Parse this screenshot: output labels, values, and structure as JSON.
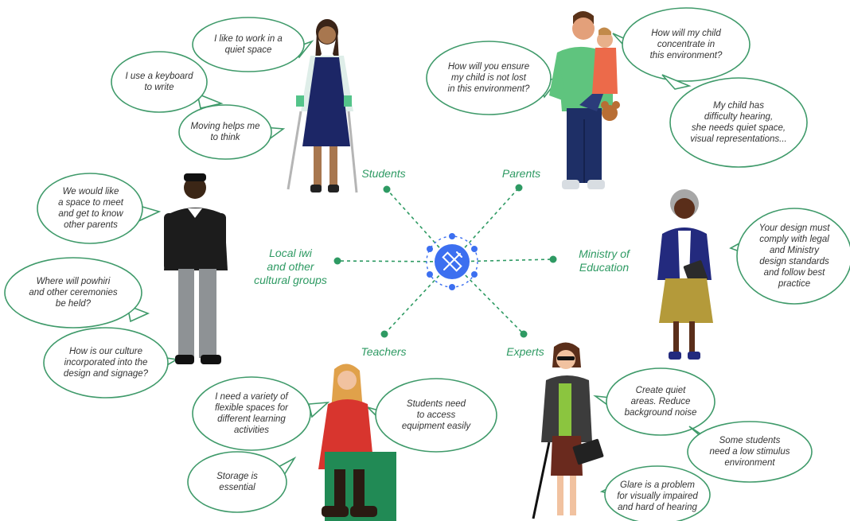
{
  "colors": {
    "accent": "#2e9a63",
    "bubble_border": "#3f9a6a",
    "hub": "#3c6ff0",
    "text": "#333333"
  },
  "hub": {
    "icon": "pencil-ruler-icon"
  },
  "groups": {
    "students": "Students",
    "parents": "Parents",
    "local_iwi": "Local iwi\nand other\ncultural groups",
    "ministry": "Ministry of\nEducation",
    "teachers": "Teachers",
    "experts": "Experts"
  },
  "bubbles": {
    "student_quiet": "I like to work in a\nquiet space",
    "student_keyboard": "I use a keyboard\nto write",
    "student_moving": "Moving helps me\nto think",
    "parent_lost": "How will you ensure\nmy child is not lost\nin this environment?",
    "parent_concentrate": "How will my child\nconcentrate in\nthis environment?",
    "parent_hearing": "My child has\ndifficulty hearing,\nshe needs quiet space,\nvisual representations...",
    "iwi_meet": "We would like\na space to meet\nand get to know\nother parents",
    "iwi_powhiri": "Where will powhiri\nand other ceremonies\nbe held?",
    "iwi_culture": "How is our culture\nincorporated into the\ndesign and signage?",
    "ministry_comply": "Your design must\ncomply with legal\nand Ministry\ndesign standards\nand follow best\npractice",
    "teacher_variety": "I need a variety of\nflexible spaces for\ndifferent learning\nactivities",
    "teacher_storage": "Storage is\nessential",
    "teacher_equipment": "Students need\nto access\nequipment easily",
    "expert_quiet": "Create  quiet\nareas.  Reduce\nbackground noise",
    "expert_stimulus": "Some students\nneed a low stimulus\nenvironment",
    "expert_glare": "Glare is a problem\nfor visually impaired\nand hard of hearing"
  }
}
